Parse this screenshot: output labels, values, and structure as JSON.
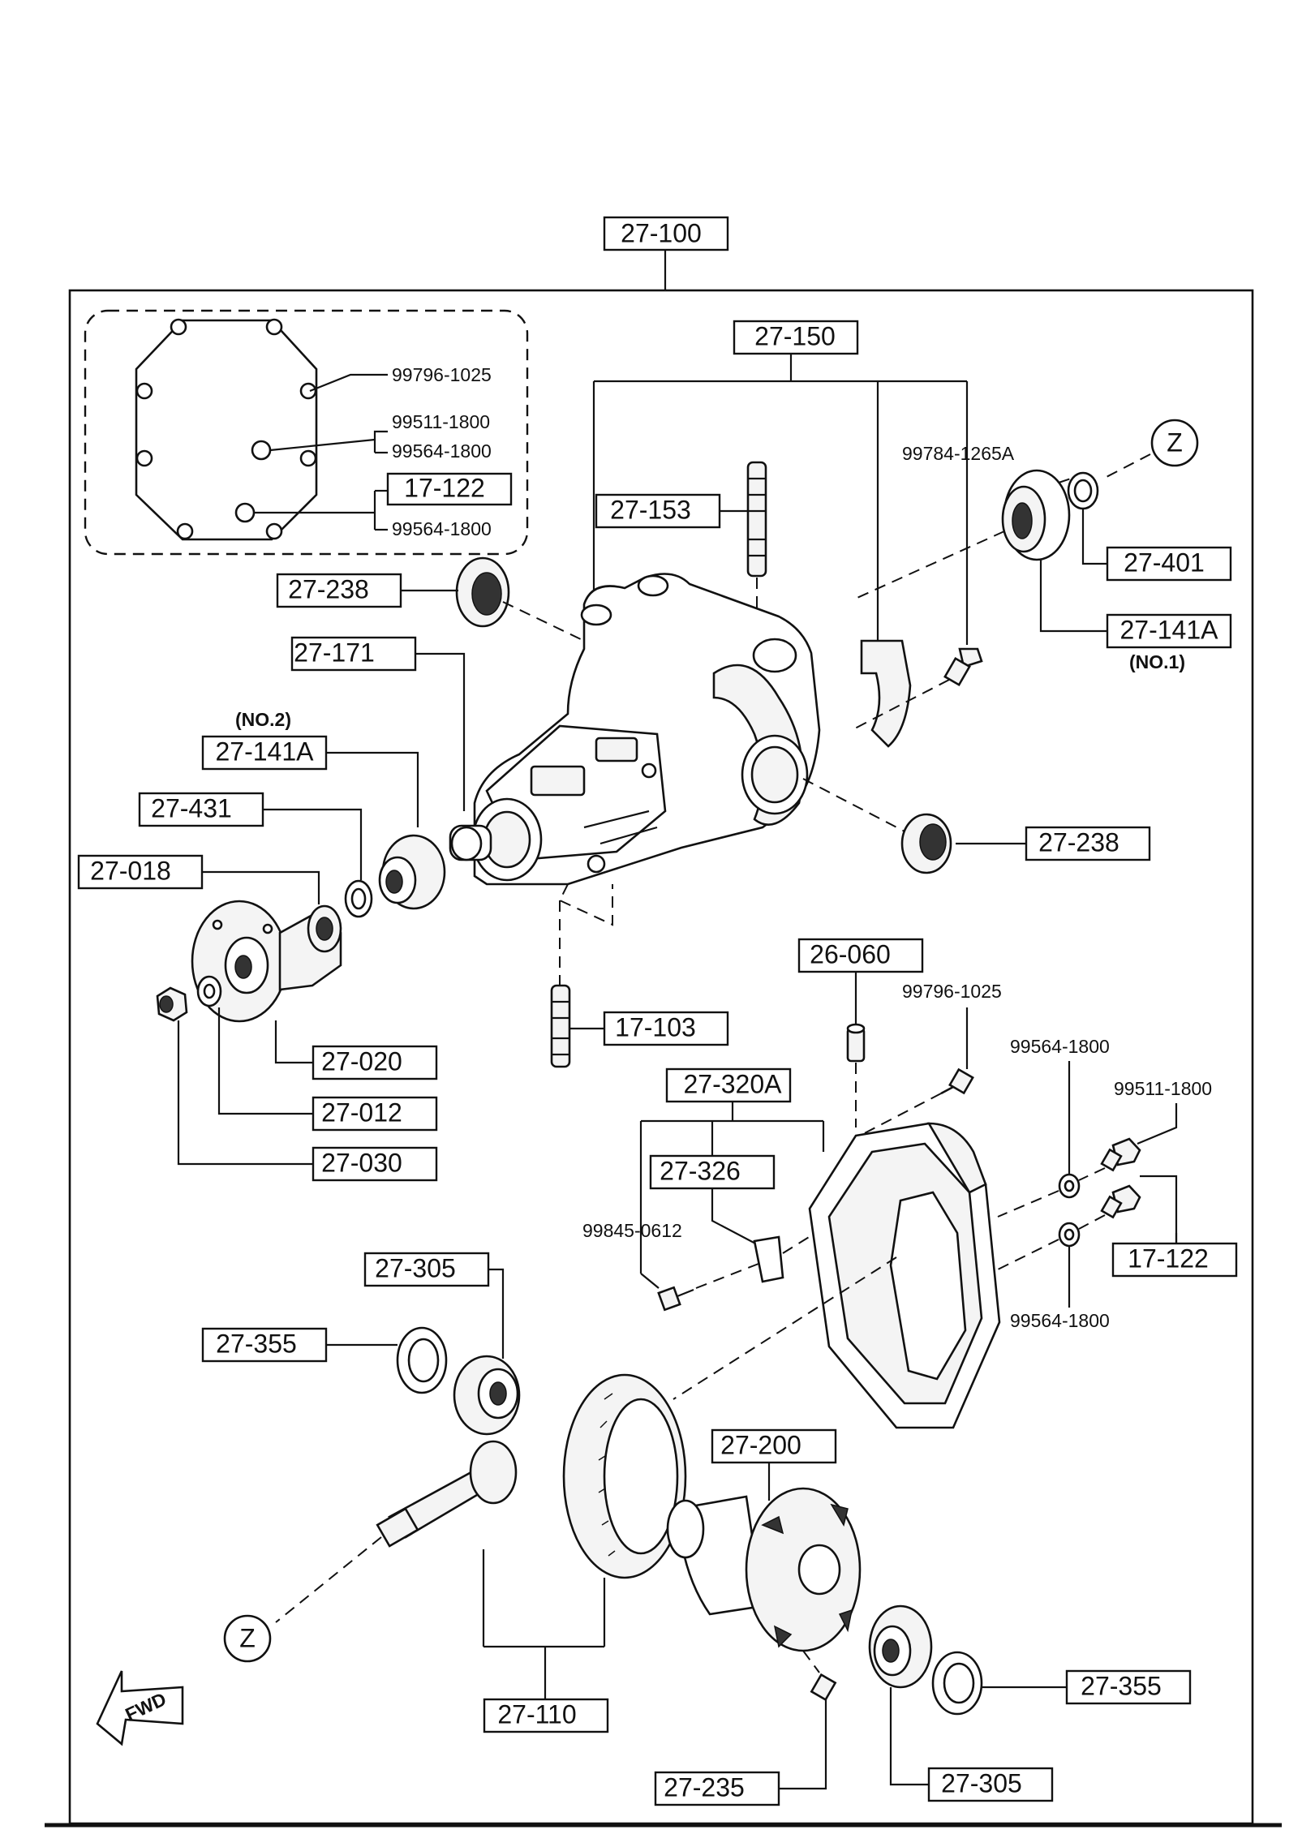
{
  "labels": {
    "p27_100": "27-100",
    "p27_150": "27-150",
    "p27_153": "27-153",
    "p27_238_top": "27-238",
    "p27_171": "27-171",
    "p27_401": "27-401",
    "p27_141a_no1": "27-141A",
    "no1": "(NO.1)",
    "no2": "(NO.2)",
    "p27_141a_no2": "27-141A",
    "p27_431": "27-431",
    "p27_018": "27-018",
    "p27_238_right": "27-238",
    "p27_020": "27-020",
    "p27_012": "27-012",
    "p27_030": "27-030",
    "p17_103": "17-103",
    "p26_060": "26-060",
    "p27_320a": "27-320A",
    "p27_326": "27-326",
    "p17_122_right": "17-122",
    "p27_305_left": "27-305",
    "p27_355_left": "27-355",
    "p27_200": "27-200",
    "p27_355_right": "27-355",
    "p27_110": "27-110",
    "p27_235": "27-235",
    "p27_305_right": "27-305",
    "p17_122_inset": "17-122"
  },
  "codes": {
    "c99796_1025_inset": "99796-1025",
    "c99511_1800_inset": "99511-1800",
    "c99564_1800_inset_a": "99564-1800",
    "c99564_1800_inset_b": "99564-1800",
    "c99784_1265a": "99784-1265A",
    "c99796_1025": "99796-1025",
    "c99564_1800_a": "99564-1800",
    "c99511_1800": "99511-1800",
    "c99845_0612": "99845-0612",
    "c99564_1800_b": "99564-1800"
  },
  "markers": {
    "z_top": "Z",
    "z_bottom": "Z",
    "fwd": "FWD"
  }
}
